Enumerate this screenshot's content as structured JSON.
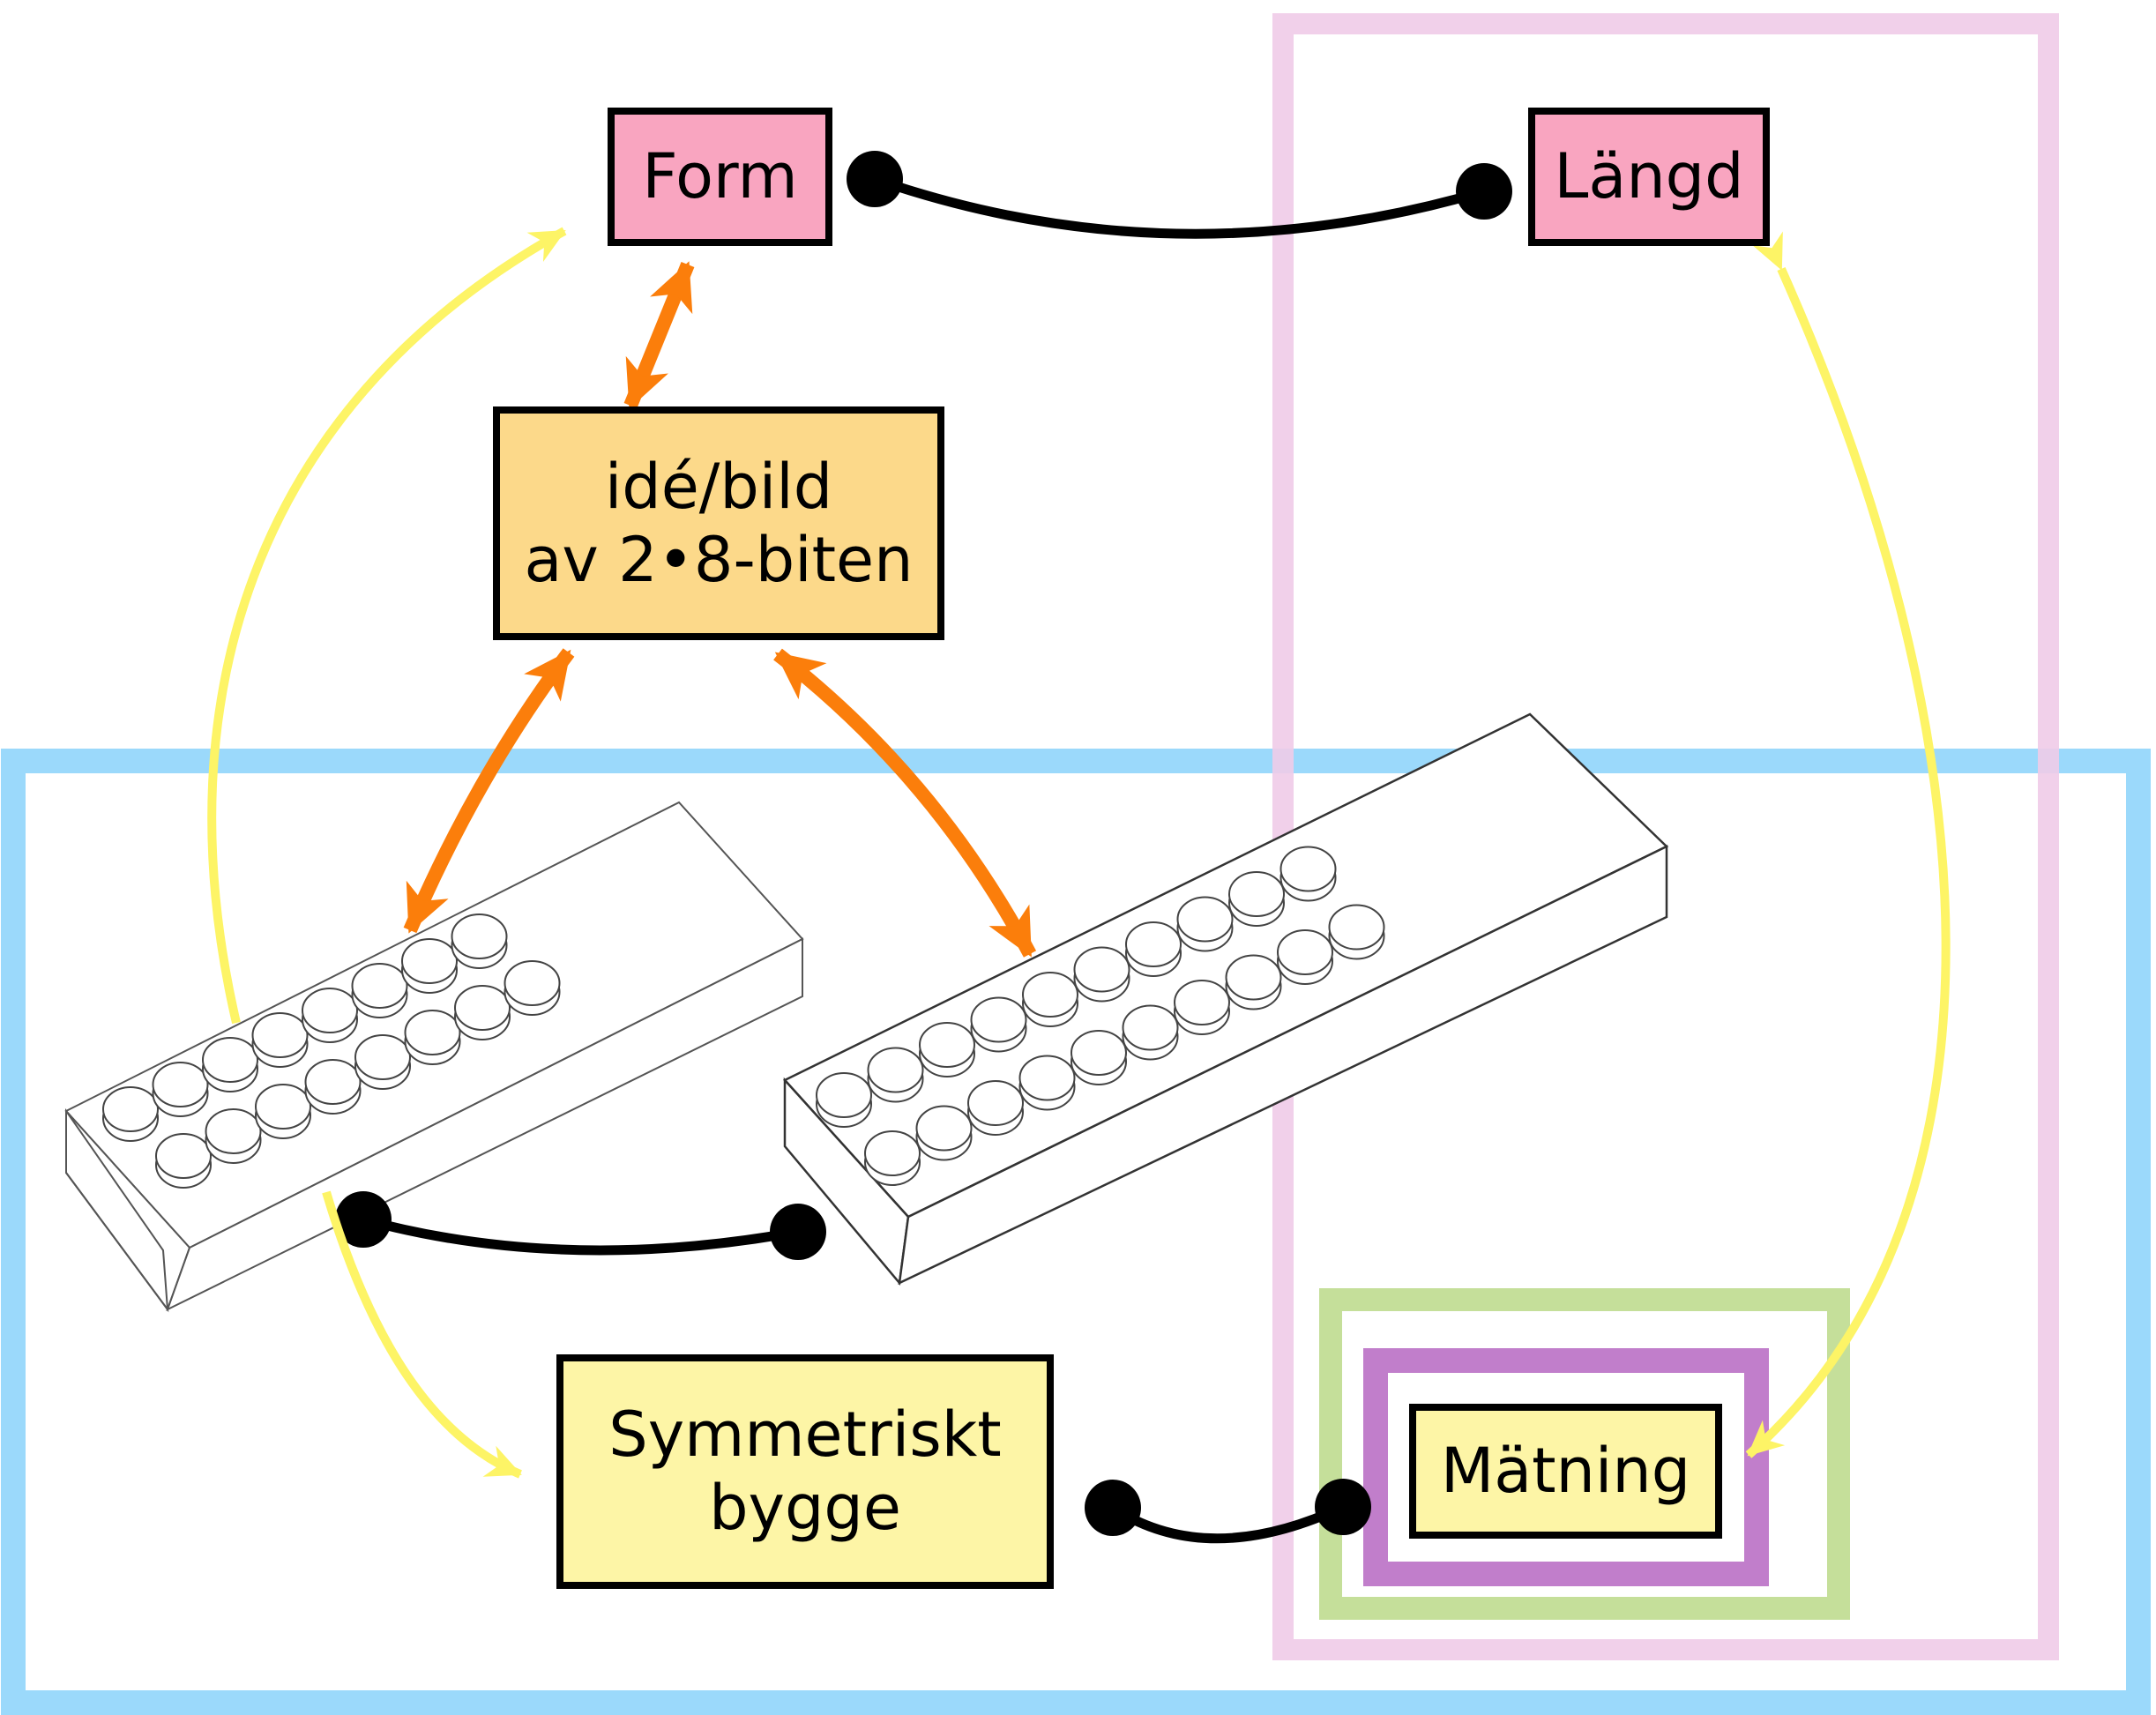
{
  "colors": {
    "form_fill": "#f9a5c0",
    "idea_fill": "#fcd98a",
    "yellow_box_fill": "#fdf5a6",
    "blue_region": "#9bd9fb",
    "pink_region": "#f0cbe8",
    "green_frame": "#c5df9a",
    "purple_frame": "#c17ecb",
    "orange_arrow": "#fb7e0b",
    "yellow_arrow": "#fdf466",
    "connector": "#000000"
  },
  "nodes": {
    "form": "Form",
    "langd": "Längd",
    "idea_line1": "idé/bild",
    "idea_line2": "av 2•8-biten",
    "symmetry_line1": "Symmetriskt",
    "symmetry_line2": "bygge",
    "matning": "Mätning"
  }
}
